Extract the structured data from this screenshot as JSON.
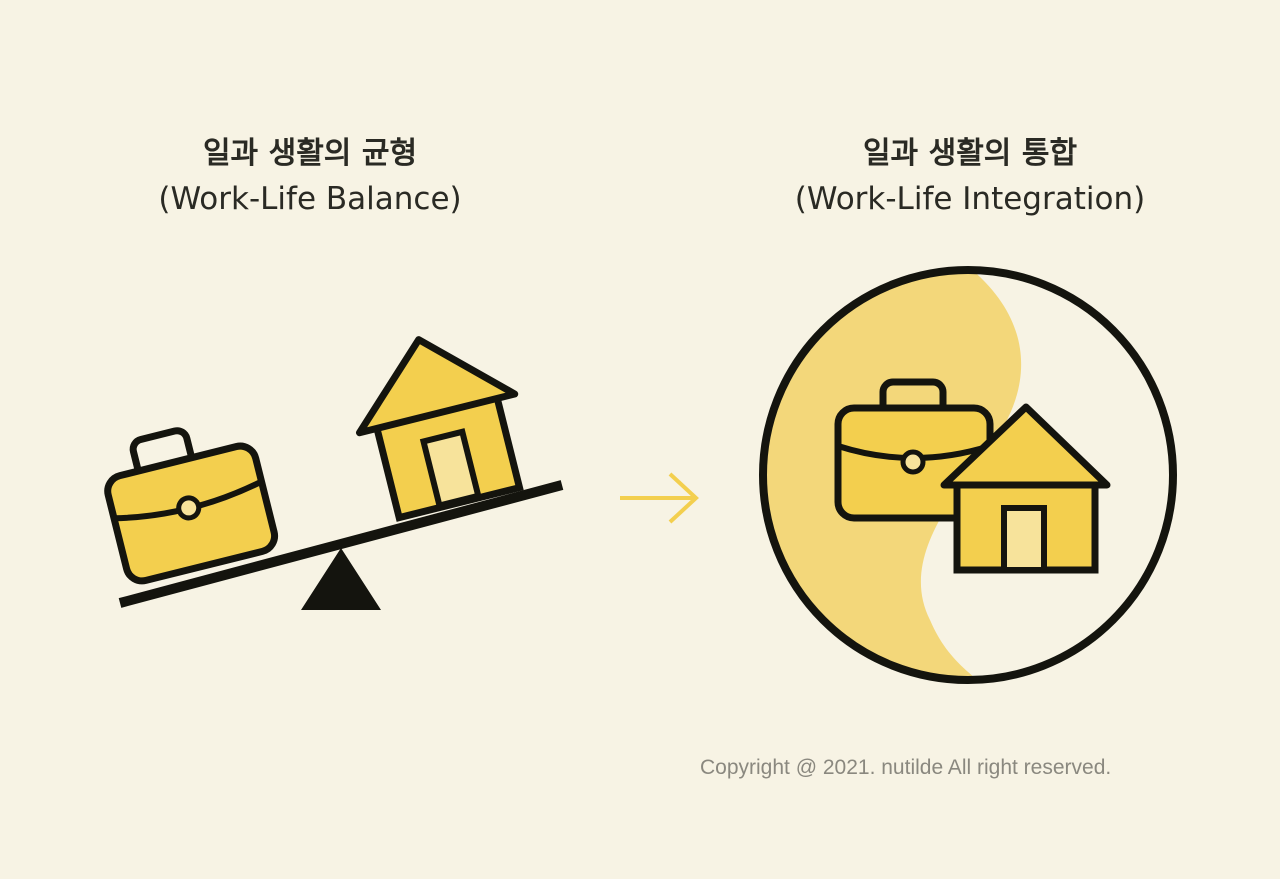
{
  "left": {
    "title_ko": "일과 생활의 균형",
    "title_en": "(Work-Life Balance)"
  },
  "right": {
    "title_ko": "일과 생활의 통합",
    "title_en": "(Work-Life Integration)"
  },
  "copyright": "Copyright @ 2021. nutilde All right reserved.",
  "colors": {
    "background": "#f7f3e4",
    "yellow": "#f3cf4e",
    "light_yellow": "#f7e39b",
    "outline": "#14140e",
    "arrow": "#f3cf4e"
  },
  "icons": [
    "briefcase-icon",
    "house-icon",
    "seesaw-icon",
    "arrow-right-icon",
    "yin-yang-circle"
  ]
}
